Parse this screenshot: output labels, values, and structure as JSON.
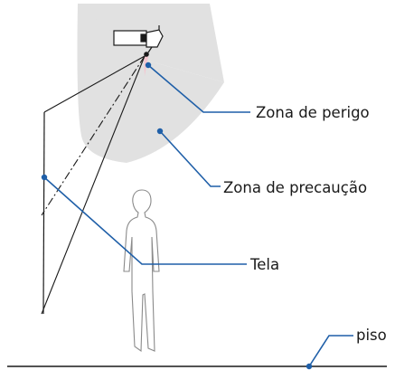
{
  "labels": {
    "danger_zone": "Zona de perigo",
    "caution_zone": "Zona de precaução",
    "screen": "Tela",
    "floor": "piso"
  },
  "colors": {
    "caution_zone_fill": "#e1e1e1",
    "danger_zone_fill": "#f3c6cf",
    "leader_line": "#1f5fa8",
    "outline": "#1a1a1a"
  },
  "icons": {
    "projector": "projector-icon",
    "person": "person-silhouette-icon"
  }
}
